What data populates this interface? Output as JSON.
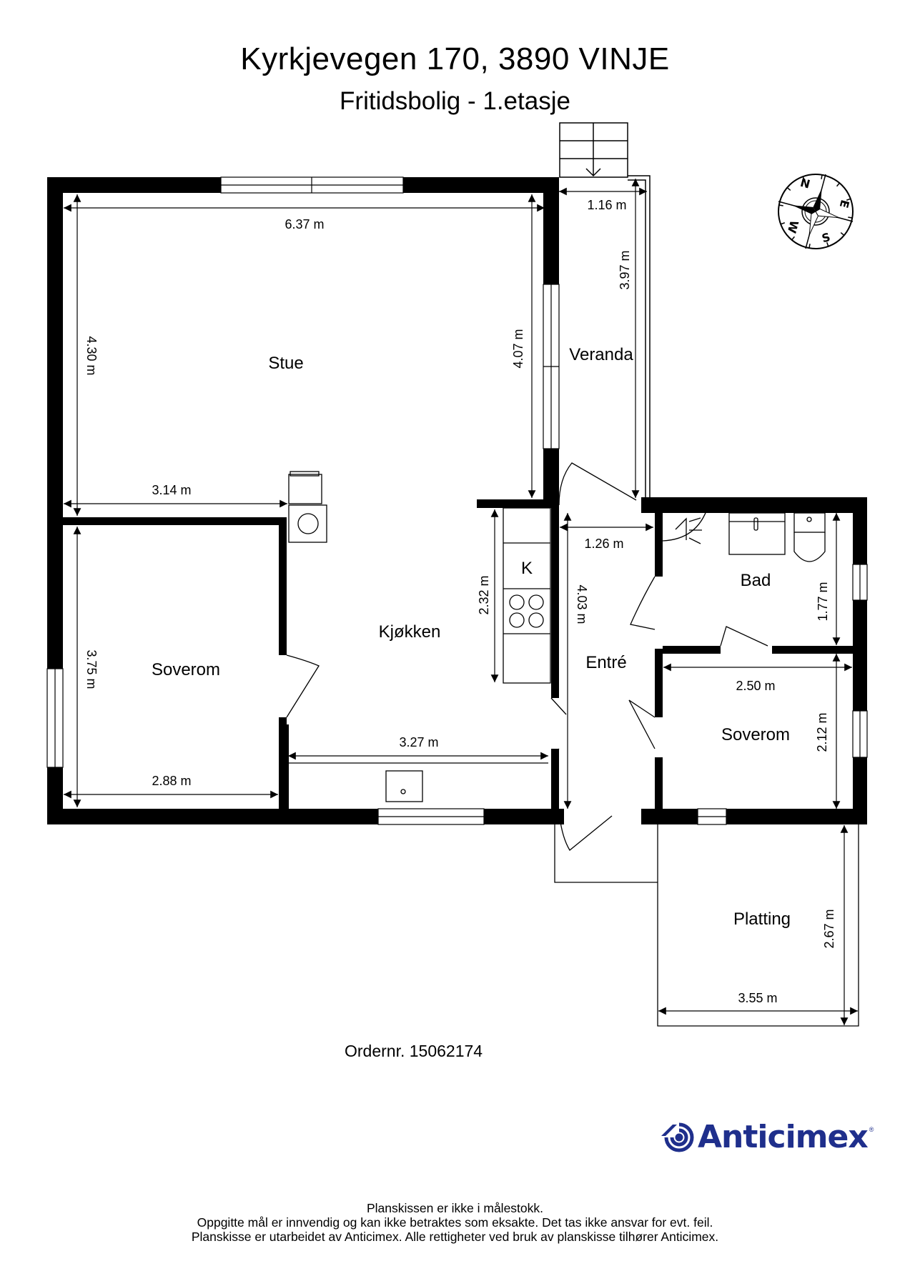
{
  "header": {
    "title": "Kyrkjevegen 170, 3890 VINJE",
    "subtitle": "Fritidsbolig - 1.etasje"
  },
  "compass": {
    "icon": "compass-rose-icon",
    "labels": {
      "n": "N",
      "e": "E",
      "s": "S",
      "w": "W"
    }
  },
  "rooms": {
    "stue": "Stue",
    "veranda": "Veranda",
    "kjokken": "Kjøkken",
    "soverom_1": "Soverom",
    "bad": "Bad",
    "entre": "Entré",
    "soverom_2": "Soverom",
    "platting": "Platting",
    "kitchen_unit_label": "K"
  },
  "dimensions": {
    "stue_width": "6.37 m",
    "stue_height": "4.30 m",
    "stue_inner_height": "4.07 m",
    "stue_lower_width": "3.14 m",
    "veranda_width": "1.16 m",
    "veranda_length": "3.97 m",
    "kitchen_counter": "2.32 m",
    "kjokken_width": "3.27 m",
    "entre_width": "1.26 m",
    "entre_length": "4.03 m",
    "soverom1_height": "3.75 m",
    "soverom1_width": "2.88 m",
    "bad_height": "1.77 m",
    "soverom2_width": "2.50 m",
    "soverom2_height": "2.12 m",
    "platting_height": "2.67 m",
    "platting_width": "3.55 m"
  },
  "order": {
    "text": "Ordernr. 15062174"
  },
  "logo": {
    "name": "Anticimex",
    "registered": "®",
    "color": "#1f2f8c",
    "icon": "anticimex-house-icon"
  },
  "disclaimer": {
    "line1": "Planskissen er ikke i målestokk.",
    "line2": "Oppgitte mål er innvendig og kan ikke betraktes som eksakte. Det tas ikke ansvar for evt. feil.",
    "line3": "Planskisse er utarbeidet av Anticimex. Alle rettigheter ved bruk av planskisse tilhører Anticimex."
  },
  "colors": {
    "wall": "#000000",
    "line": "#000000",
    "background": "#ffffff",
    "brand": "#1f2f8c"
  }
}
